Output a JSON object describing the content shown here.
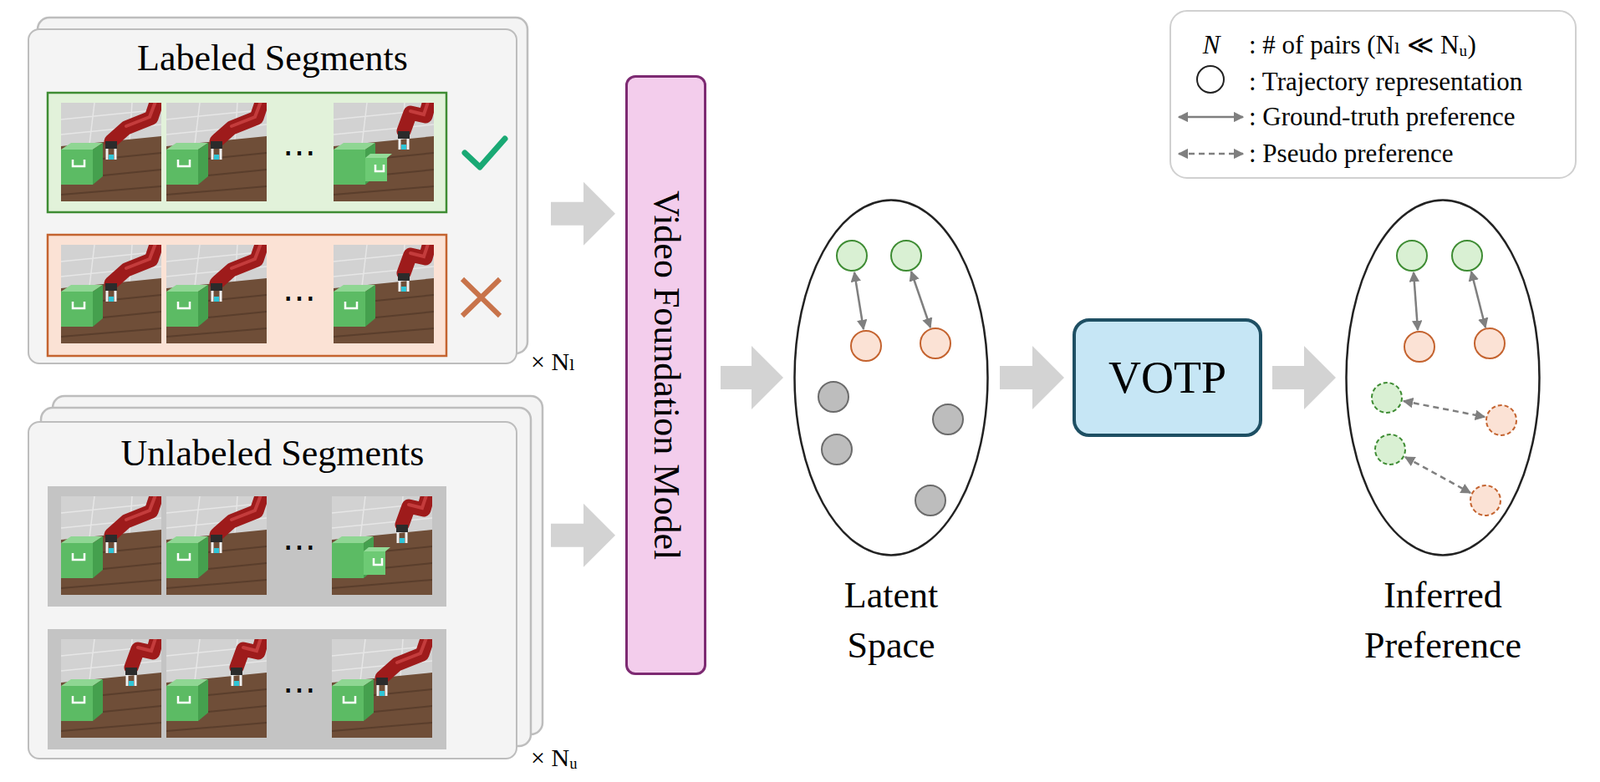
{
  "diagram": {
    "nodes": [
      {
        "text": [
          "Labeled Segments"
        ]
      },
      {
        "text": [
          "Unlabeled Segments"
        ]
      },
      {
        "text": [
          "Video Foundation Model"
        ]
      },
      {
        "text": [
          "Latent Space"
        ]
      },
      {
        "text": [
          "VOTP"
        ]
      },
      {
        "text": [
          "Inferred Preference"
        ]
      }
    ],
    "edges": [
      {
        "from": 0,
        "to": 2,
        "arrow": "to"
      },
      {
        "from": 1,
        "to": 2,
        "arrow": "to"
      },
      {
        "from": 2,
        "to": 3,
        "arrow": "to"
      },
      {
        "from": 3,
        "to": 4,
        "arrow": "to"
      },
      {
        "from": 4,
        "to": 5,
        "arrow": "to"
      }
    ],
    "labels": [
      "⋯",
      "⋯",
      "× Nₗ",
      "⋯",
      "⋯",
      "× Nᵤ",
      "N"
    ],
    "legend": [
      {
        "text": ": # of pairs (Nₗ ≪ Nᵤ)"
      },
      {
        "text": ": Trajectory representation"
      },
      {
        "text": ": Ground-truth preference"
      },
      {
        "text": ": Pseudo preference"
      }
    ]
  }
}
